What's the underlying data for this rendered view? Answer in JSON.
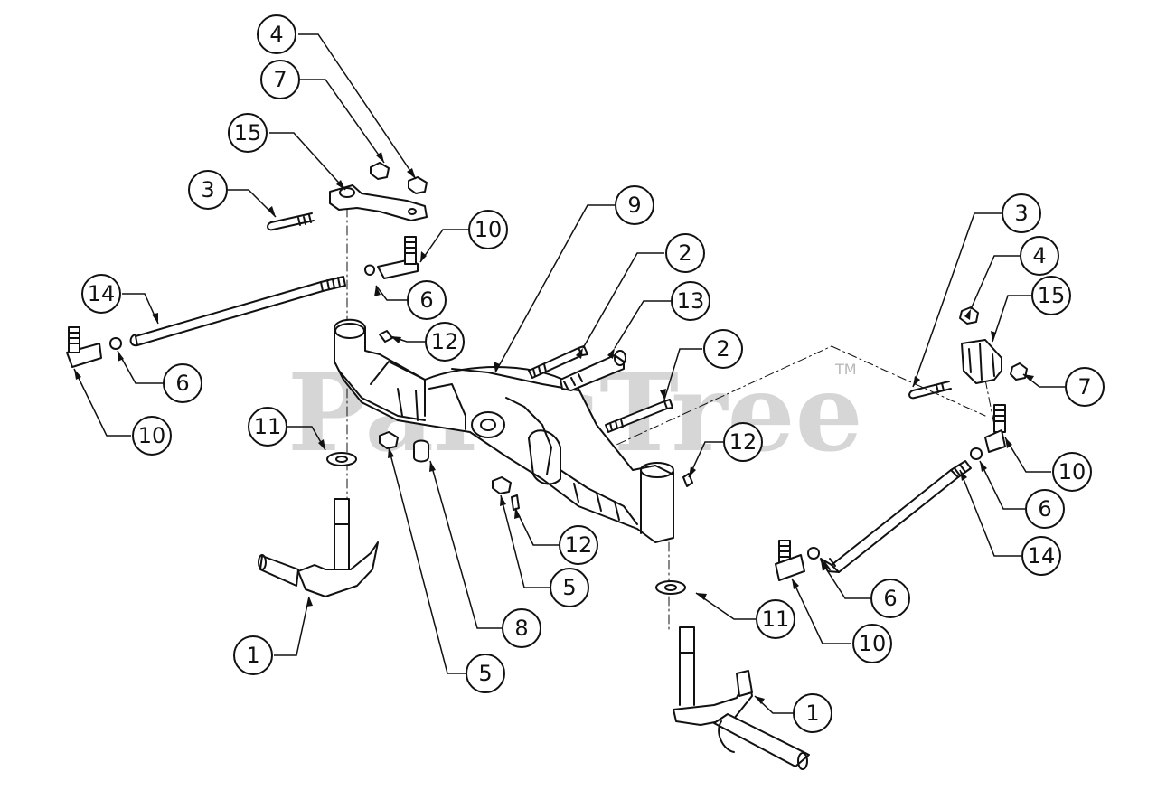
{
  "watermark": {
    "text": "PartsTree",
    "trademark": "TM"
  },
  "colors": {
    "line": "#111111",
    "background": "#ffffff",
    "watermark": "#c8c8c8"
  },
  "callouts": [
    {
      "id": "c4-top",
      "label": "4"
    },
    {
      "id": "c7-top",
      "label": "7"
    },
    {
      "id": "c15-left",
      "label": "15"
    },
    {
      "id": "c3-left",
      "label": "3"
    },
    {
      "id": "c9",
      "label": "9"
    },
    {
      "id": "c10-upper-left",
      "label": "10"
    },
    {
      "id": "c14-left",
      "label": "14"
    },
    {
      "id": "c6-upper-left",
      "label": "6"
    },
    {
      "id": "c12-upper",
      "label": "12"
    },
    {
      "id": "c6-left",
      "label": "6"
    },
    {
      "id": "c10-left",
      "label": "10"
    },
    {
      "id": "c2-upper",
      "label": "2"
    },
    {
      "id": "c13",
      "label": "13"
    },
    {
      "id": "c2-lower",
      "label": "2"
    },
    {
      "id": "c3-right",
      "label": "3"
    },
    {
      "id": "c4-right",
      "label": "4"
    },
    {
      "id": "c15-right",
      "label": "15"
    },
    {
      "id": "c7-right",
      "label": "7"
    },
    {
      "id": "c12-right",
      "label": "12"
    },
    {
      "id": "c10-right",
      "label": "10"
    },
    {
      "id": "c6-right",
      "label": "6"
    },
    {
      "id": "c14-right",
      "label": "14"
    },
    {
      "id": "c11-left",
      "label": "11"
    },
    {
      "id": "c12-lower",
      "label": "12"
    },
    {
      "id": "c5-middle",
      "label": "5"
    },
    {
      "id": "c8",
      "label": "8"
    },
    {
      "id": "c5-bottom",
      "label": "5"
    },
    {
      "id": "c1-left",
      "label": "1"
    },
    {
      "id": "c6-lower-right",
      "label": "6"
    },
    {
      "id": "c10-lower-right",
      "label": "10"
    },
    {
      "id": "c11-right",
      "label": "11"
    },
    {
      "id": "c1-right",
      "label": "1"
    }
  ]
}
